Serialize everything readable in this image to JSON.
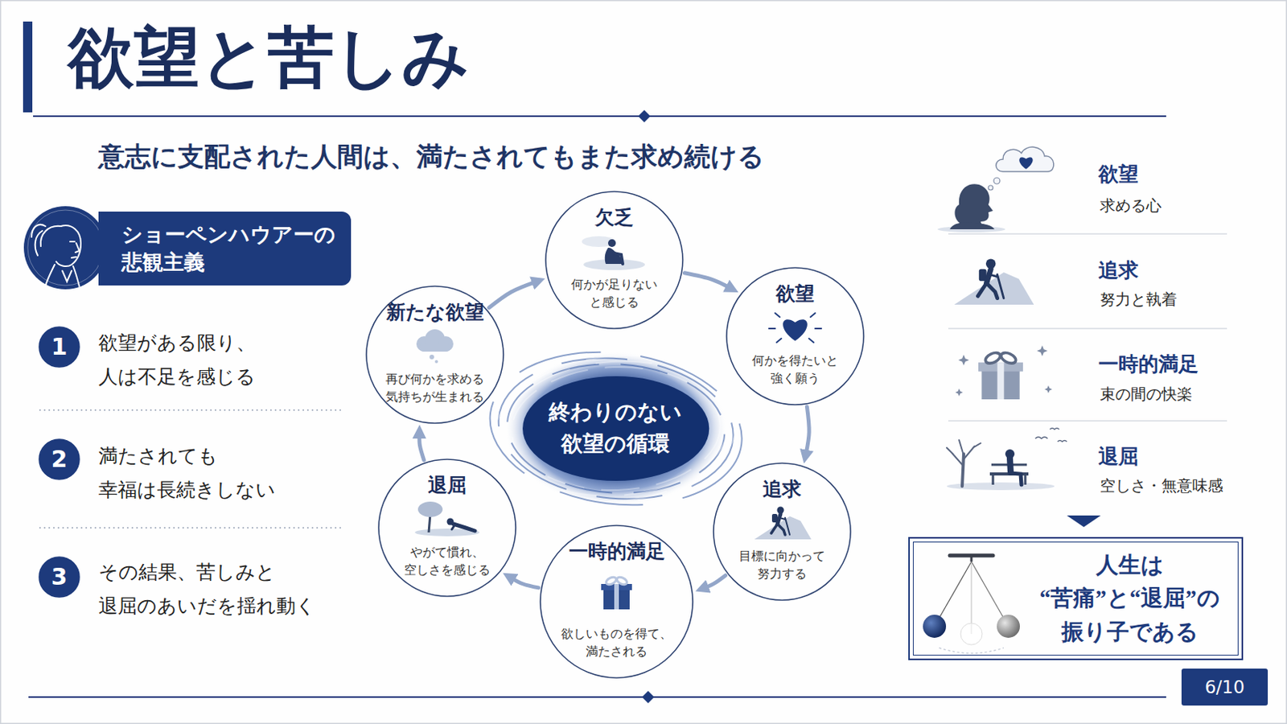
{
  "diagram": {
    "title": "欲望と苦しみ",
    "nodes": [
      {
        "text": [
          "ショーペンハウアーの 悲観主義"
        ]
      },
      {
        "text": [
          "1"
        ]
      },
      {
        "text": [
          "2"
        ]
      },
      {
        "text": [
          "3"
        ]
      },
      {
        "text": [
          "欠乏",
          "何かが足りない と感じる"
        ]
      },
      {
        "text": [
          "欲望",
          "何かを得たいと 強く願う"
        ]
      },
      {
        "text": [
          "追求",
          "目標に向かって 努力する"
        ]
      },
      {
        "text": [
          "一時的満足",
          "欲しいものを得て、 満たされる"
        ]
      },
      {
        "text": [
          "退屈",
          "やがて慣れ、 空しさを感じる"
        ]
      },
      {
        "text": [
          "新たな欲望",
          "再び何かを求める 気持ちが生まれる"
        ]
      },
      {
        "text": [
          "終わりのない 欲望の循環"
        ]
      },
      {
        "text": [
          "人生は “苦痛”と“退屈”の 振り子である"
        ]
      },
      {
        "text": [
          "6/10"
        ]
      }
    ],
    "edges": [
      {
        "from": 4,
        "to": 5,
        "arrow": "to"
      },
      {
        "from": 5,
        "to": 6,
        "arrow": "to"
      },
      {
        "from": 6,
        "to": 7,
        "arrow": "to"
      },
      {
        "from": 7,
        "to": 8,
        "arrow": "to"
      },
      {
        "from": 8,
        "to": 9,
        "arrow": "to"
      },
      {
        "from": 9,
        "to": 4,
        "arrow": "to"
      }
    ],
    "labels": [
      "意志に支配された人間は、満たされてもまた求め続ける",
      "欲望がある限り、 人は不足を感じる",
      "満たされても 幸福は長続きしない",
      "その結果、苦しみと 退屈のあいだを揺れ動く",
      "欲望",
      "求める心",
      "追求",
      "努力と執着",
      "一時的満足",
      "束の間の快楽",
      "退屈",
      "空しさ・無意味感"
    ]
  }
}
